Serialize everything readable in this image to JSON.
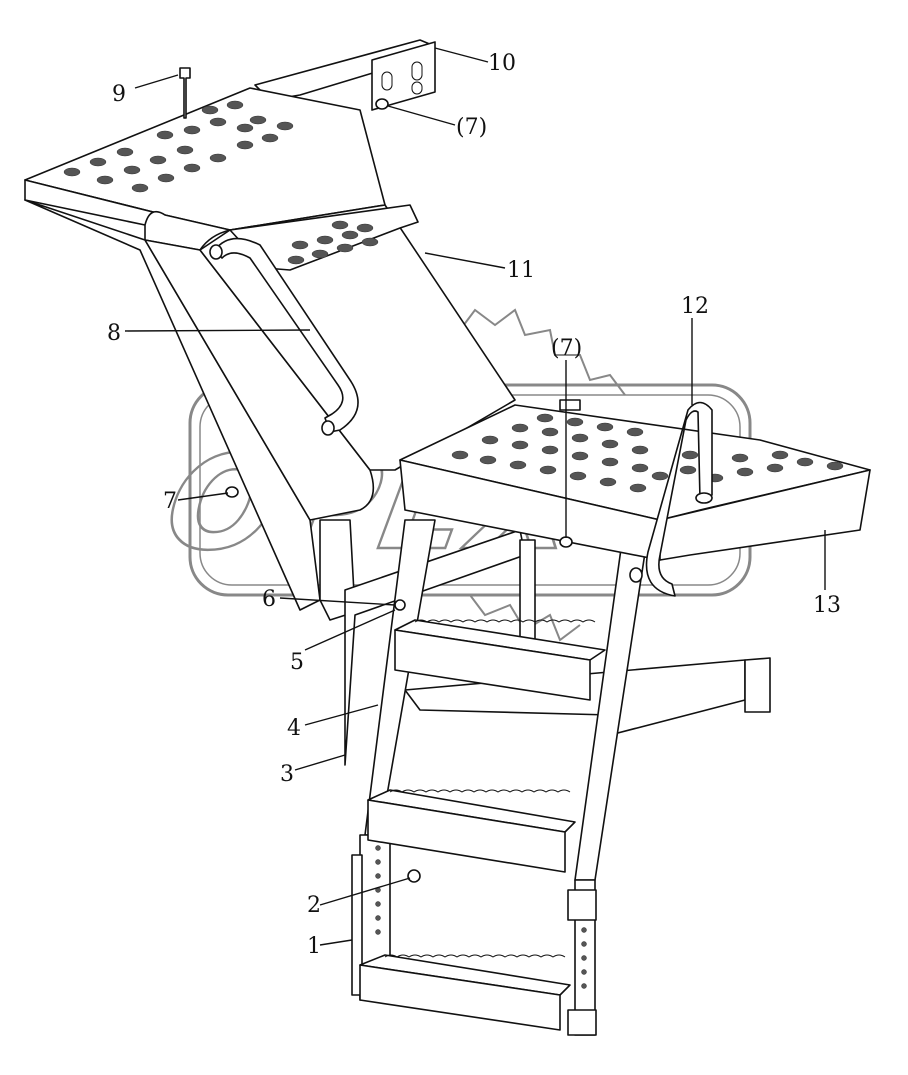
{
  "diagram": {
    "callouts": [
      {
        "id": "1",
        "text": "1"
      },
      {
        "id": "2",
        "text": "2"
      },
      {
        "id": "3",
        "text": "3"
      },
      {
        "id": "4",
        "text": "4"
      },
      {
        "id": "5",
        "text": "5"
      },
      {
        "id": "6",
        "text": "6"
      },
      {
        "id": "7",
        "text": "7"
      },
      {
        "id": "7b",
        "text": "(7)"
      },
      {
        "id": "7c",
        "text": "(7)"
      },
      {
        "id": "8",
        "text": "8"
      },
      {
        "id": "9",
        "text": "9"
      },
      {
        "id": "10",
        "text": "10"
      },
      {
        "id": "11",
        "text": "11"
      },
      {
        "id": "12",
        "text": "12"
      },
      {
        "id": "13",
        "text": "13"
      }
    ],
    "watermark": {
      "text": "OPEX",
      "color": "#888888"
    }
  }
}
